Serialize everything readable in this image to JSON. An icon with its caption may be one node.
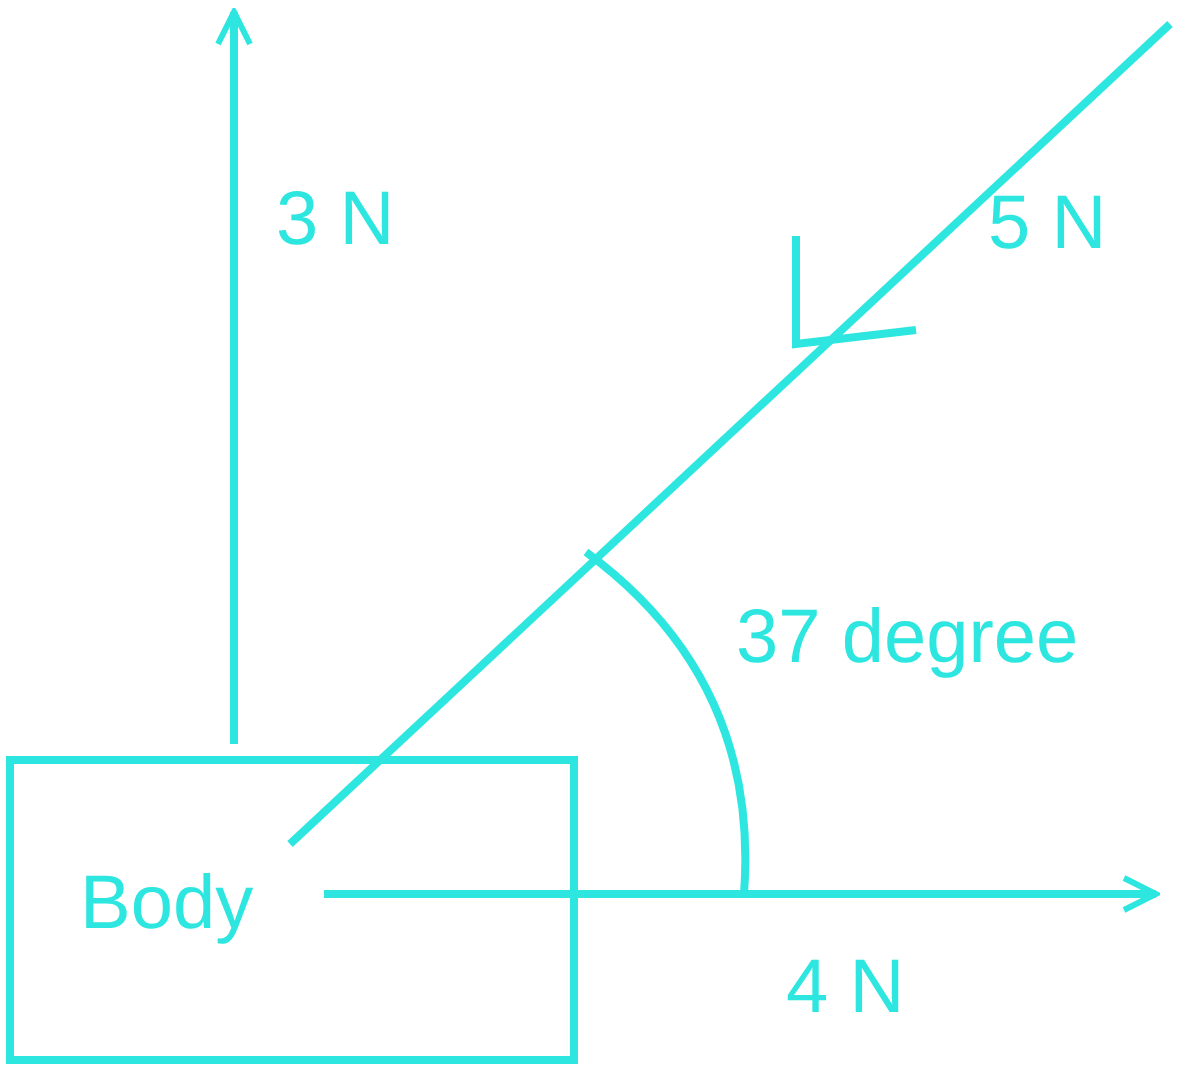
{
  "diagram": {
    "nodes": [
      {
        "text": [
          "Body"
        ]
      }
    ],
    "labels": [
      "3 N",
      "5 N",
      "37 degree",
      "4 N"
    ]
  }
}
